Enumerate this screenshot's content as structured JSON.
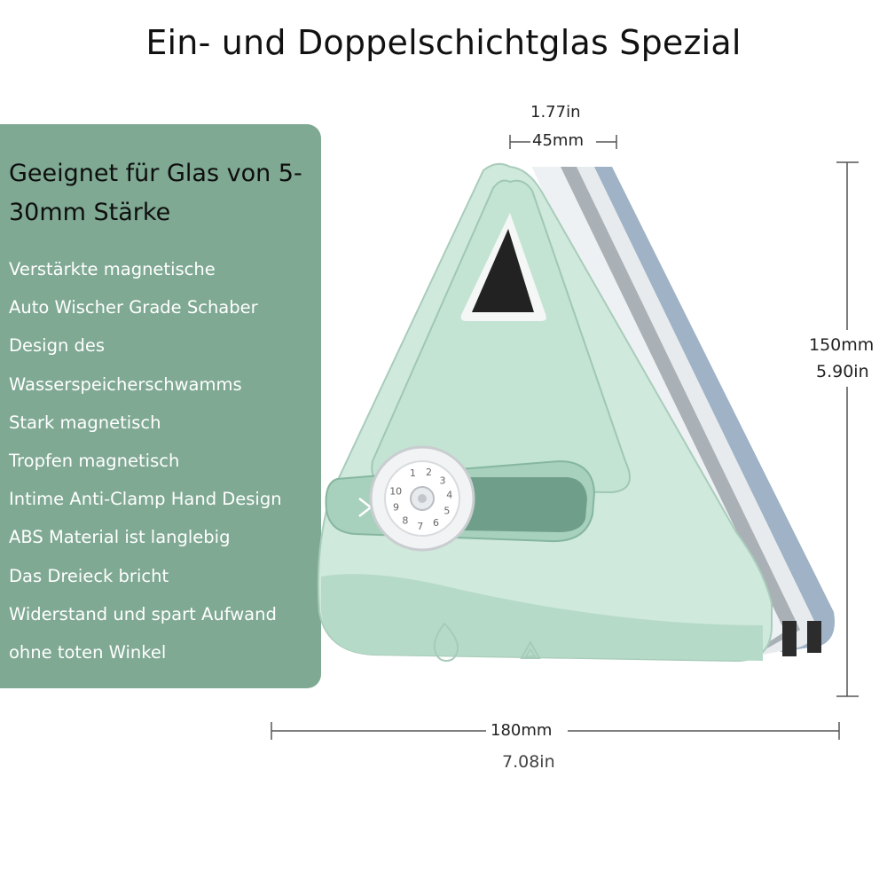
{
  "title": "Ein- und Doppelschichtglas Spezial",
  "panel": {
    "heading": "Geeignet für Glas von 5-30mm Stärke",
    "features": [
      "Verstärkte magnetische",
      "Auto Wischer Grade Schaber",
      "Design des",
      "Wasserspeicherschwamms",
      "Stark magnetisch",
      "Tropfen magnetisch",
      "Intime Anti-Clamp Hand Design",
      "ABS Material ist langlebig",
      "Das Dreieck bricht",
      "Widerstand und spart Aufwand",
      "ohne toten Winkel"
    ]
  },
  "dimensions": {
    "thickness_in": "1.77in",
    "thickness_mm": "45mm",
    "height_mm": "150mm",
    "height_in": "5.90in",
    "width_mm": "180mm",
    "width_in": "7.08in"
  },
  "dial": {
    "numbers": [
      "1",
      "2",
      "3",
      "4",
      "5",
      "6",
      "7",
      "8",
      "9",
      "10"
    ]
  },
  "colors": {
    "panel": "#7fa993",
    "body": "#cfe9dc",
    "body_dark": "#a7d1bd",
    "blade": "#b5bcc2"
  }
}
